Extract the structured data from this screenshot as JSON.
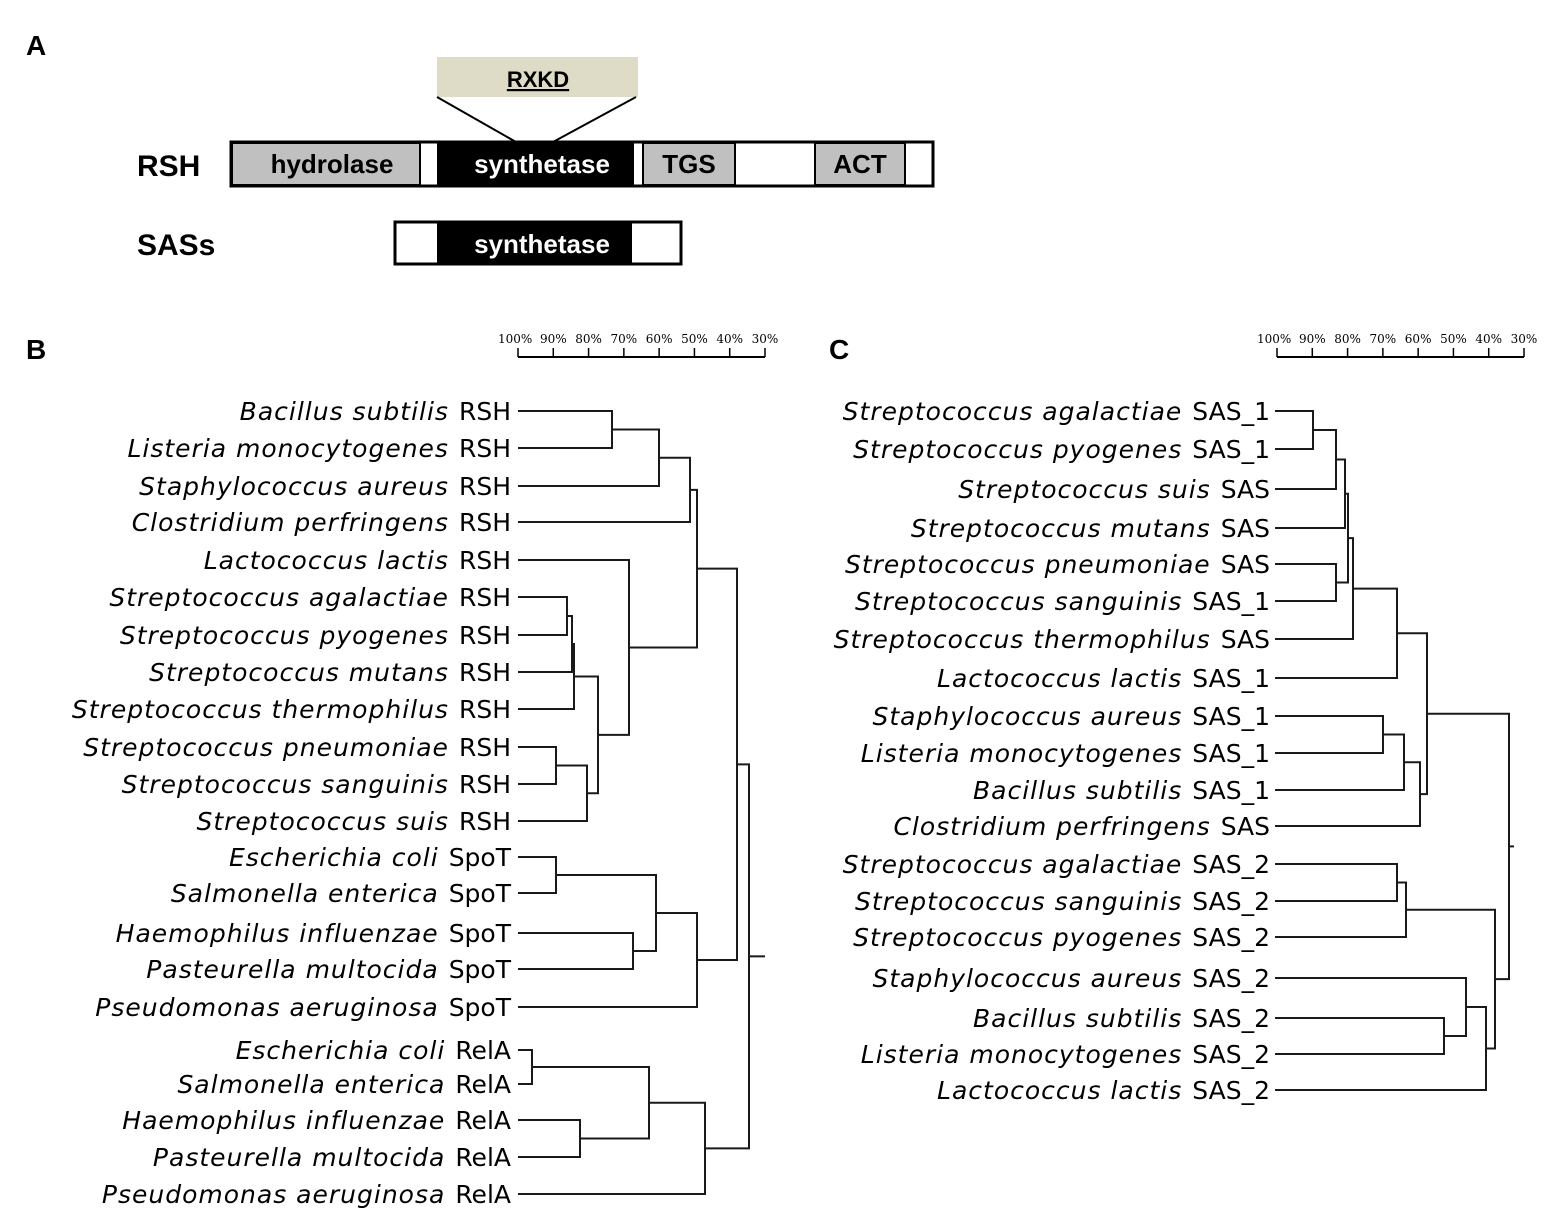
{
  "panels": {
    "a": "A",
    "b": "B",
    "c": "C"
  },
  "domains": {
    "motif": "RXKD",
    "rsh_label": "RSH",
    "sas_label": "SASs",
    "rsh_domains": [
      "hydrolase",
      "synthetase",
      "TGS",
      "ACT"
    ],
    "sas_domains": [
      "synthetase"
    ],
    "colors": {
      "hydrolase": "#c0c0c0",
      "synthetase": "#000000",
      "tgs": "#c0c0c0",
      "act": "#c0c0c0",
      "motif_box": "#dedbc7"
    }
  },
  "scale_b": [
    "100%",
    "90%",
    "80%",
    "70%",
    "60%",
    "50%",
    "40%",
    "30%"
  ],
  "scale_c": [
    "100%",
    "90%",
    "80%",
    "70%",
    "60%",
    "50%",
    "40%",
    "30%"
  ],
  "tree_b_leaves": [
    {
      "species": "Bacillus subtilis",
      "suffix": "RSH"
    },
    {
      "species": "Listeria monocytogenes",
      "suffix": "RSH"
    },
    {
      "species": "Staphylococcus aureus",
      "suffix": "RSH"
    },
    {
      "species": "Clostridium perfringens",
      "suffix": "RSH"
    },
    {
      "species": "Lactococcus lactis",
      "suffix": "RSH"
    },
    {
      "species": "Streptococcus agalactiae",
      "suffix": "RSH"
    },
    {
      "species": "Streptococcus pyogenes",
      "suffix": "RSH"
    },
    {
      "species": "Streptococcus mutans",
      "suffix": "RSH"
    },
    {
      "species": "Streptococcus thermophilus",
      "suffix": "RSH"
    },
    {
      "species": "Streptococcus pneumoniae",
      "suffix": "RSH"
    },
    {
      "species": "Streptococcus sanguinis",
      "suffix": "RSH"
    },
    {
      "species": "Streptococcus suis",
      "suffix": "RSH"
    },
    {
      "species": "Escherichia coli",
      "suffix": "SpoT"
    },
    {
      "species": "Salmonella enterica",
      "suffix": "SpoT"
    },
    {
      "species": "Haemophilus influenzae",
      "suffix": "SpoT"
    },
    {
      "species": "Pasteurella multocida",
      "suffix": "SpoT"
    },
    {
      "species": "Pseudomonas aeruginosa",
      "suffix": "SpoT"
    },
    {
      "species": "Escherichia coli",
      "suffix": "RelA"
    },
    {
      "species": "Salmonella enterica",
      "suffix": "RelA"
    },
    {
      "species": "Haemophilus influenzae",
      "suffix": "RelA"
    },
    {
      "species": "Pasteurella multocida",
      "suffix": "RelA"
    },
    {
      "species": "Pseudomonas aeruginosa",
      "suffix": "RelA"
    }
  ],
  "tree_c_leaves": [
    {
      "species": "Streptococcus agalactiae",
      "suffix": "SAS_1"
    },
    {
      "species": "Streptococcus pyogenes",
      "suffix": "SAS_1"
    },
    {
      "species": "Streptococcus suis",
      "suffix": "SAS"
    },
    {
      "species": "Streptococcus mutans",
      "suffix": "SAS"
    },
    {
      "species": "Streptococcus pneumoniae",
      "suffix": "SAS"
    },
    {
      "species": "Streptococcus sanguinis",
      "suffix": "SAS_1"
    },
    {
      "species": "Streptococcus thermophilus",
      "suffix": "SAS"
    },
    {
      "species": "Lactococcus lactis",
      "suffix": "SAS_1"
    },
    {
      "species": "Staphylococcus aureus",
      "suffix": "SAS_1"
    },
    {
      "species": "Listeria monocytogenes",
      "suffix": "SAS_1"
    },
    {
      "species": "Bacillus subtilis",
      "suffix": "SAS_1"
    },
    {
      "species": "Clostridium perfringens",
      "suffix": "SAS"
    },
    {
      "species": "Streptococcus agalactiae",
      "suffix": "SAS_2"
    },
    {
      "species": "Streptococcus sanguinis",
      "suffix": "SAS_2"
    },
    {
      "species": "Streptococcus pyogenes",
      "suffix": "SAS_2"
    },
    {
      "species": "Staphylococcus aureus",
      "suffix": "SAS_2"
    },
    {
      "species": "Bacillus subtilis",
      "suffix": "SAS_2"
    },
    {
      "species": "Listeria monocytogenes",
      "suffix": "SAS_2"
    },
    {
      "species": "Lactococcus lactis",
      "suffix": "SAS_2"
    }
  ]
}
